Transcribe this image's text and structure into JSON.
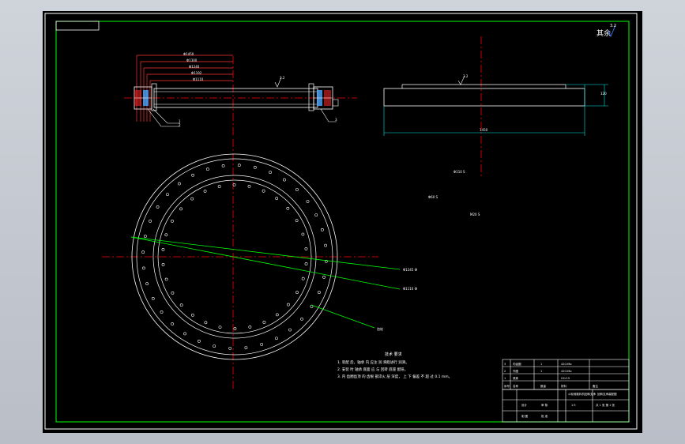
{
  "roughness_note": "其余",
  "roughness_value": "3.2",
  "section_rough_1": "3.2",
  "section_rough_2": "3.2",
  "side_rough": "3.2",
  "dims_left": [
    "Φ1450",
    "Φ1300",
    "Φ1240",
    "Φ1192",
    "Φ1110"
  ],
  "dim_right_height": "120",
  "dim_right_width": "1450",
  "notes_right": [
    "Φ110 S",
    "Φ60 S",
    "M20 S"
  ],
  "callouts": [
    "Φ1245 Ф",
    "Φ1110 Ф",
    "齿轮"
  ],
  "part_marks": [
    "1",
    "2",
    "3"
  ],
  "tech_title": "技术 要求",
  "tech_req": [
    "1. 装配 后，轴承 内 应注 润 滑脂进行 润滑。",
    "2. 安装 时 轴承 底面 应 与 回转 底座 配研。",
    "3. 内 齿圈齿顶 的 齿根 部淬火 层 深度， 上 下 偏差 不 超 过 0.1 mm。"
  ],
  "bom": [
    [
      "3",
      "内齿圈",
      "1",
      "42CrMo",
      ""
    ],
    [
      "2",
      "外圈",
      "1",
      "42CrMo",
      ""
    ],
    [
      "1",
      "滚珠",
      "",
      "GCr15",
      ""
    ],
    [
      "序号",
      "名称",
      "数量",
      "材料",
      "备注"
    ]
  ],
  "title_block": {
    "project": "斗轮堆取料机回转支承",
    "drawing_name": "回转支承装配图",
    "scale": "1:5",
    "sheet": "共 1 张  第 1 张",
    "designer": "设计",
    "checker": "审 核",
    "approver": "批 准",
    "drawn": "制 图"
  }
}
